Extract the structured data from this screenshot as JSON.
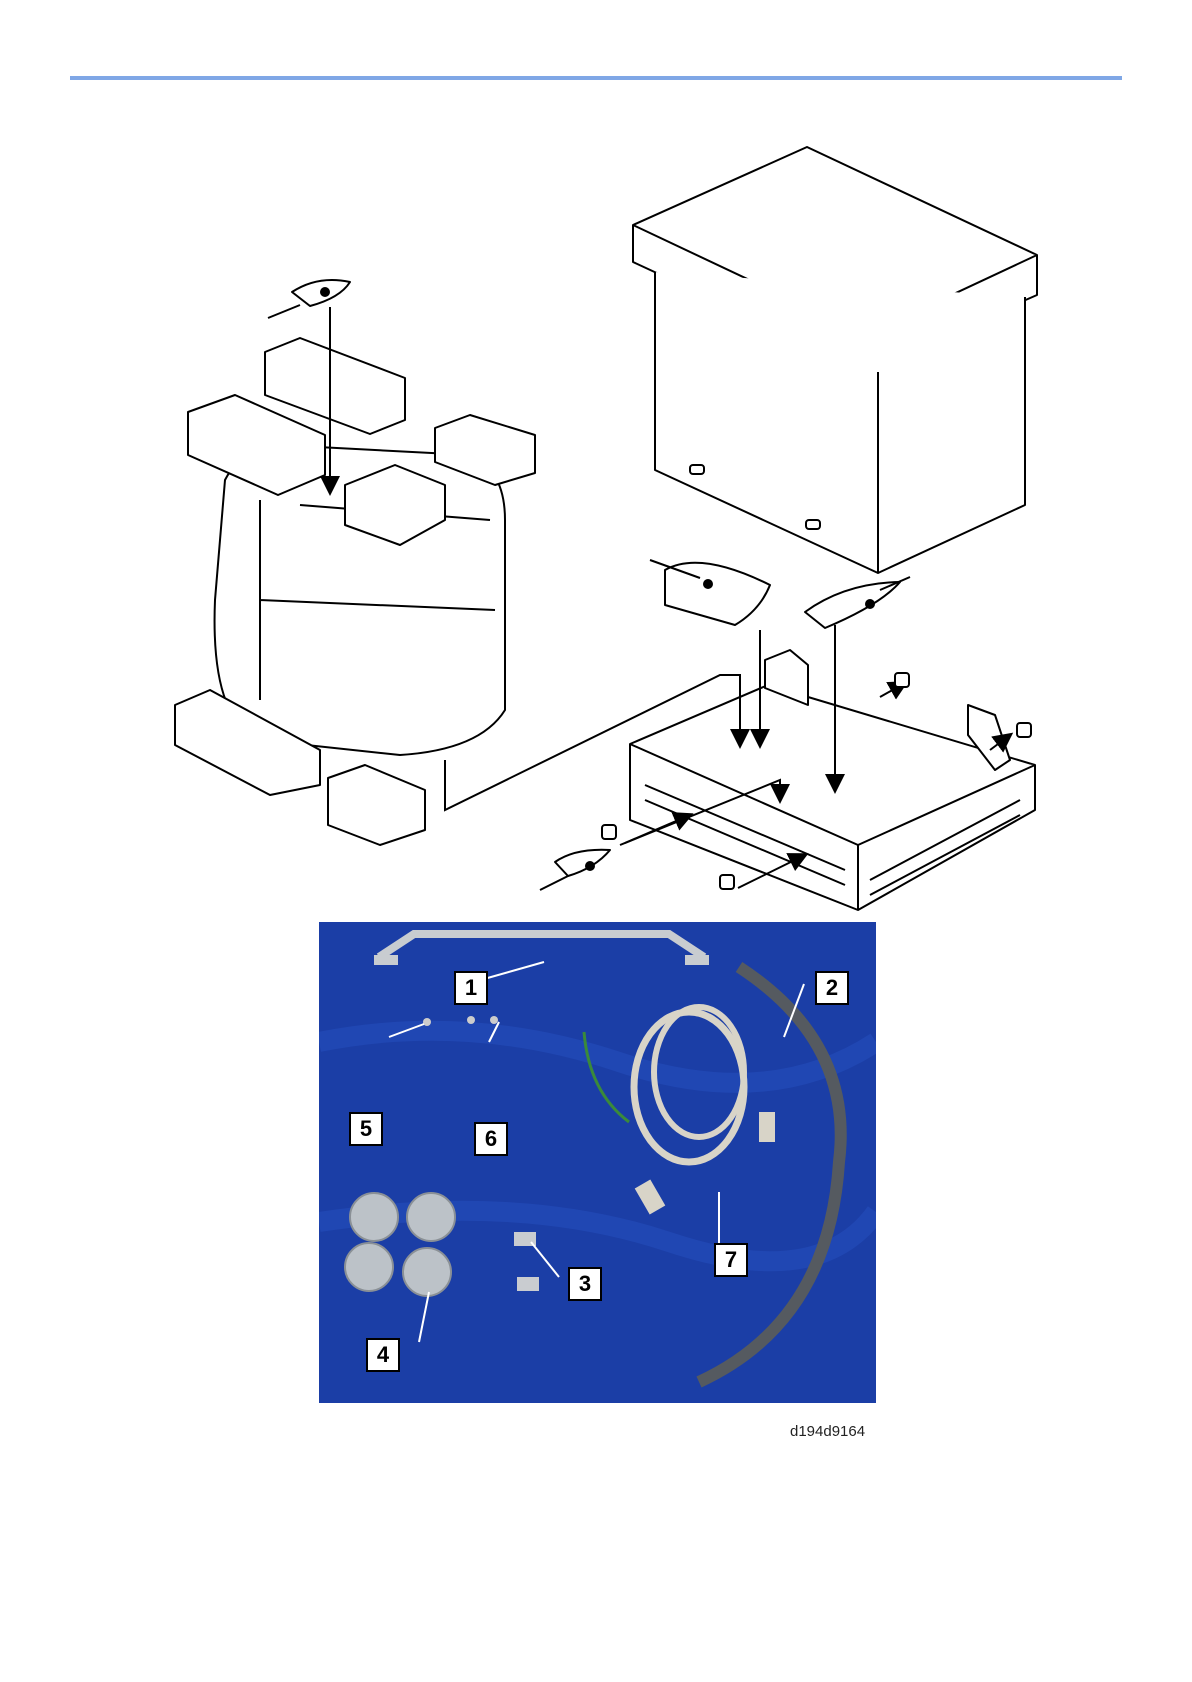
{
  "header": {
    "rule_color": "#7fa7e6"
  },
  "figure": {
    "callouts": [
      "1",
      "2",
      "3",
      "4",
      "5",
      "6",
      "7"
    ],
    "figure_id": "d194d9164",
    "photo_background": "#1b3ea6"
  }
}
